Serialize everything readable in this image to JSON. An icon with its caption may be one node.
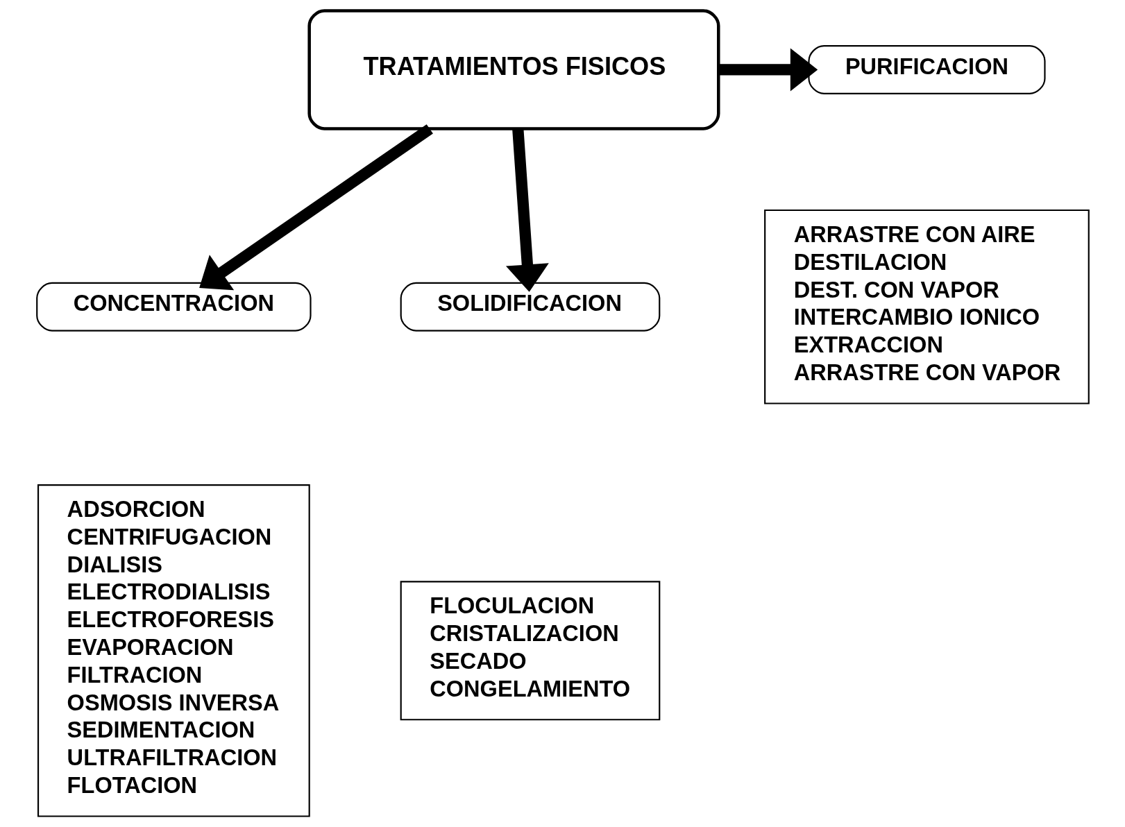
{
  "diagram": {
    "nodes": [
      {
        "text": [
          "TRATAMIENTOS FISICOS"
        ]
      },
      {
        "text": [
          "PURIFICACION"
        ]
      },
      {
        "text": [
          "ARRASTRE CON AIRE",
          "DESTILACION",
          "DEST. CON VAPOR",
          "INTERCAMBIO IONICO",
          "EXTRACCION",
          "ARRASTRE CON VAPOR"
        ]
      },
      {
        "text": [
          "CONCENTRACION"
        ]
      },
      {
        "text": [
          "ADSORCION",
          "CENTRIFUGACION",
          "DIALISIS",
          "ELECTRODIALISIS",
          "ELECTROFORESIS",
          "EVAPORACION",
          "FILTRACION",
          "OSMOSIS INVERSA",
          "SEDIMENTACION",
          "ULTRAFILTRACION",
          "FLOTACION"
        ]
      },
      {
        "text": [
          "SOLIDIFICACION"
        ]
      },
      {
        "text": [
          "FLOCULACION",
          "CRISTALIZACION",
          "SECADO",
          "CONGELAMIENTO"
        ]
      }
    ],
    "edges": [
      {
        "from": 0,
        "to": 1,
        "arrow": "to"
      },
      {
        "from": 0,
        "to": 3,
        "arrow": "to"
      },
      {
        "from": 0,
        "to": 5,
        "arrow": "to"
      }
    ]
  }
}
